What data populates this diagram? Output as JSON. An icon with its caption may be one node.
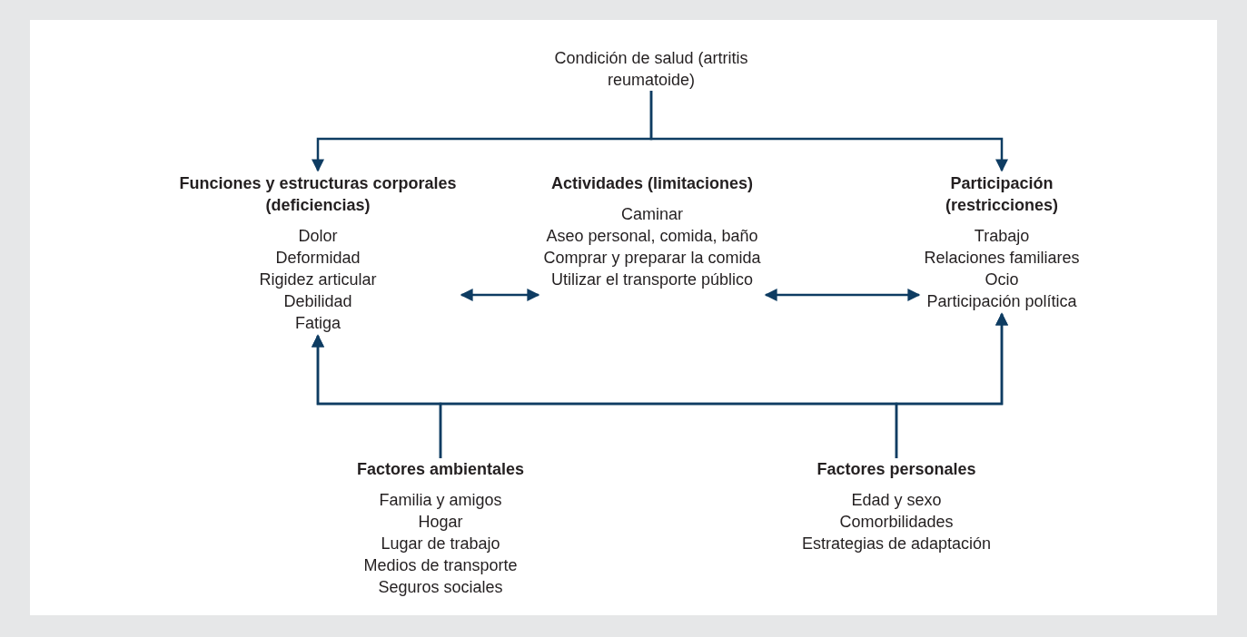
{
  "diagram": {
    "nodes": [
      {
        "text": [
          "Condición de salud (artritis reumatoide)"
        ]
      },
      {
        "text": [
          "Funciones y estructuras corporales (deficiencias)",
          "Dolor",
          "Deformidad",
          "Rigidez articular",
          "Debilidad",
          "Fatiga"
        ]
      },
      {
        "text": [
          "Actividades (limitaciones)",
          "Caminar",
          "Aseo personal, comida, baño",
          "Comprar y preparar la comida",
          "Utilizar el transporte público"
        ]
      },
      {
        "text": [
          "Participación (restricciones)",
          "Trabajo",
          "Relaciones familiares",
          "Ocio",
          "Participación política"
        ]
      },
      {
        "text": [
          "Factores ambientales",
          "Familia y amigos",
          "Hogar",
          "Lugar de trabajo",
          "Medios de transporte",
          "Seguros sociales"
        ]
      },
      {
        "text": [
          "Factores personales",
          "Edad y sexo",
          "Comorbilidades",
          "Estrategias de adaptación"
        ]
      }
    ],
    "edges": [
      {
        "from": 0,
        "to": 1,
        "arrow": "to"
      },
      {
        "from": 0,
        "to": 3,
        "arrow": "to"
      },
      {
        "from": 1,
        "to": 2,
        "arrow": "both"
      },
      {
        "from": 2,
        "to": 3,
        "arrow": "both"
      },
      {
        "from": 4,
        "to": 1,
        "arrow": "to"
      },
      {
        "from": 4,
        "to": 3,
        "arrow": "to"
      },
      {
        "from": 5,
        "to": 1,
        "arrow": "to"
      },
      {
        "from": 5,
        "to": 3,
        "arrow": "to"
      }
    ]
  }
}
